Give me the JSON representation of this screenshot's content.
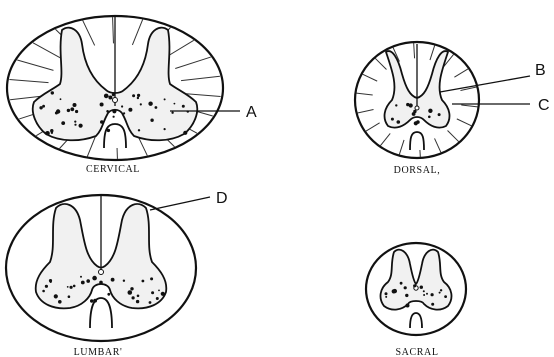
{
  "sections": [
    {
      "id": "cervical",
      "label": "CERVICAL"
    },
    {
      "id": "dorsal",
      "label": "DORSAL,"
    },
    {
      "id": "lumbar",
      "label": "LUMBAR'"
    },
    {
      "id": "sacral",
      "label": "SACRAL"
    }
  ],
  "pointers": [
    {
      "id": "A",
      "letter": "A"
    },
    {
      "id": "B",
      "letter": "B"
    },
    {
      "id": "C",
      "letter": "C"
    },
    {
      "id": "D",
      "letter": "D"
    }
  ]
}
